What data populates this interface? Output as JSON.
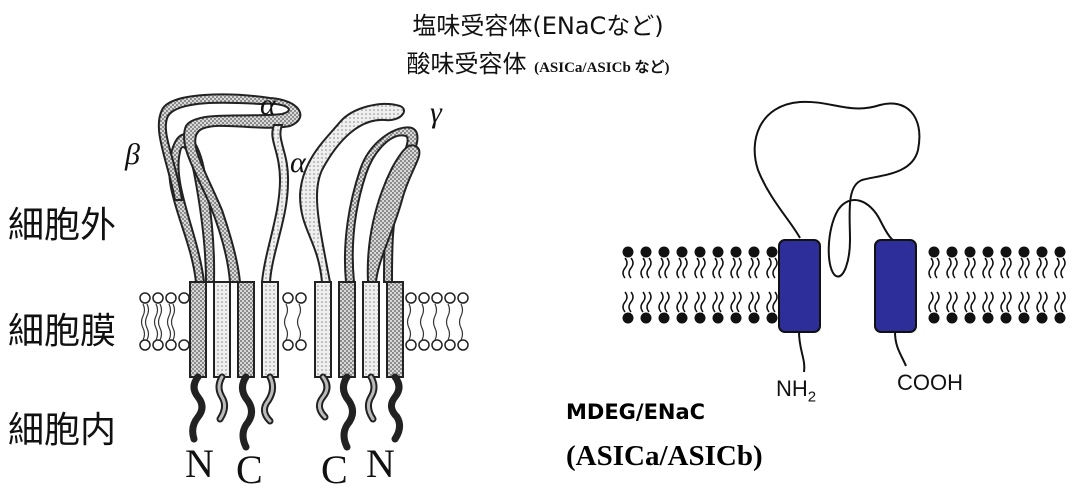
{
  "header": {
    "line1": "塩味受容体(ENaCなど)",
    "line2_main": "酸味受容体",
    "line2_small": "(ASICa/ASICb など)"
  },
  "left_diagram": {
    "regions": [
      "細胞外",
      "細胞膜",
      "細胞内"
    ],
    "subunits": [
      "β",
      "α",
      "α",
      "γ"
    ],
    "termini": [
      "N",
      "C",
      "C",
      "N"
    ]
  },
  "right_diagram": {
    "terminal_labels": {
      "nh2_base": "NH",
      "nh2_sub": "2",
      "cooh": "COOH"
    },
    "protein_name_line1": "MDEG/ENaC",
    "protein_name_line2": "(ASICa/ASICb)",
    "colors": {
      "transmembrane": "#2e2e9a",
      "lipid": "#111111"
    }
  }
}
